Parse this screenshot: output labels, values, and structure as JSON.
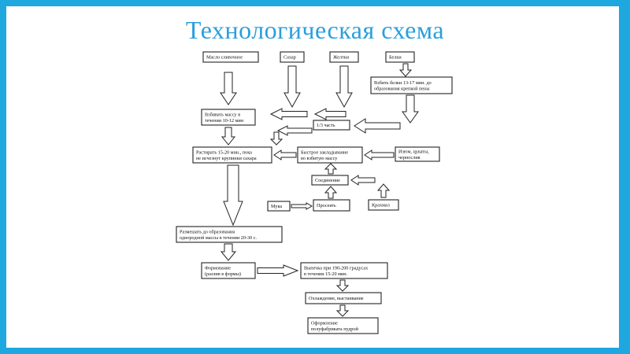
{
  "title": "Технологическая схема",
  "nodes": {
    "butter": [
      "Масло сливочное"
    ],
    "sugar": [
      "Сахар"
    ],
    "yolks": [
      "Желтки"
    ],
    "whites": [
      "Белки"
    ],
    "whip_whites": [
      "Взбить белки 13-17 мин. до",
      "образования крепкой пены"
    ],
    "whip_mass": [
      "Взбивать массу в",
      "течении 10-12 мин"
    ],
    "third": [
      "1/3 часть"
    ],
    "rub": [
      "Растирать 15-20 мин., пока",
      "не исчезнут крупинки сахара"
    ],
    "fold": [
      "Быстрое закладывание",
      "во взбитую массу"
    ],
    "raisins": [
      "Изюм, цукаты,",
      "чернослив"
    ],
    "combine": [
      "Соединение"
    ],
    "flour": [
      "Мука"
    ],
    "sift": [
      "Просеять"
    ],
    "starch": [
      "Крахмал"
    ],
    "stir": [
      "Размешать до образования",
      "однородной массы в течении 20-30 с."
    ],
    "shape": [
      "Формование",
      "(разлив в формы)"
    ],
    "bake": [
      "Выпечка при 190-200 градусах",
      "в течении 15-20 мин."
    ],
    "cool": [
      "Охлаждение, выстаивание"
    ],
    "decor": [
      "Оформление",
      "полуфабриката пудрой"
    ]
  }
}
